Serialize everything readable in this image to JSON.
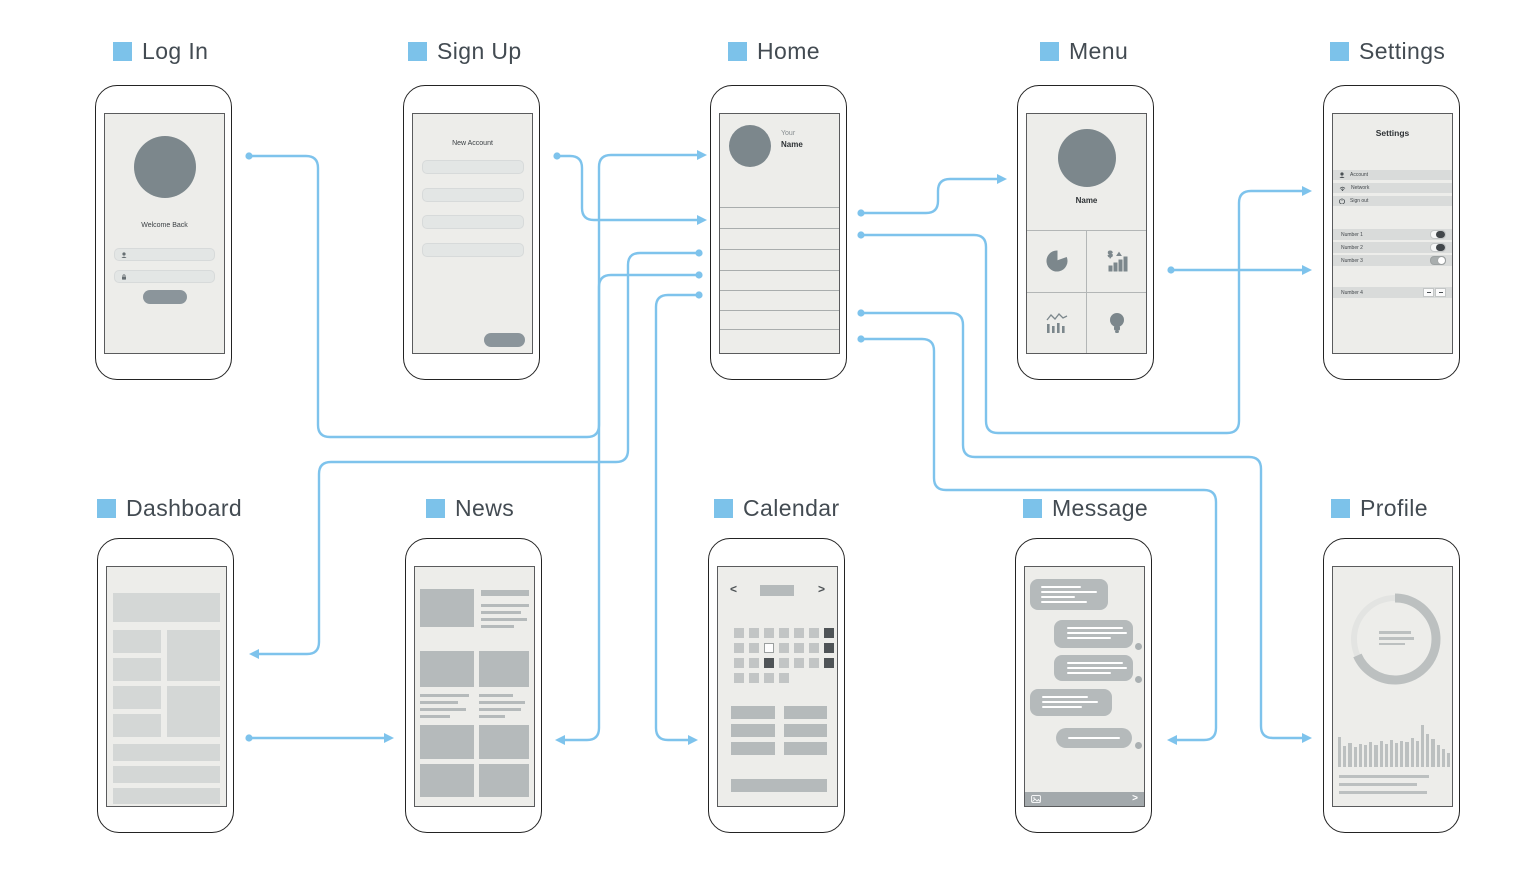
{
  "palette": {
    "flow_line": "#7EC3EC",
    "title_square": "#7CC2EA",
    "title_text": "#434B52",
    "phone_border": "#232323",
    "screen_bg": "#EDEDEA",
    "screen_border": "#5A5B5D",
    "block_mid": "#B5BABB",
    "block_light": "#D4D7D6",
    "field": "#E3E6E5",
    "slate": "#7C878C",
    "button": "#8B959B",
    "settings_row": "#D9DBDA",
    "cal_cell": "#C2C5C5",
    "cal_dark": "#4F5457",
    "profile_gray": "#BCC0C0",
    "divider": "#A9ADAD",
    "msg_bubble": "#B5BABB",
    "msg_bar": "#A3A9AC",
    "text_dark": "#3A3F43",
    "text_soft": "#8D9296"
  },
  "screens": {
    "login": {
      "title": "Log In",
      "welcome_text": "Welcome Back"
    },
    "signup": {
      "title": "Sign Up",
      "header_text": "New Account"
    },
    "home": {
      "title": "Home",
      "user_line1": "Your",
      "user_line2": "Name",
      "divider_tops": [
        93,
        114,
        135,
        156,
        176,
        196,
        215
      ]
    },
    "menu": {
      "title": "Menu",
      "user_name": "Name",
      "dollar_label": "$",
      "tiles": [
        "pie-chart",
        "sales-chart",
        "stats-chart",
        "idea-bulb"
      ]
    },
    "settings": {
      "title": "Settings",
      "header_text": "Settings",
      "items": [
        {
          "icon": "account-icon",
          "label": "Account"
        },
        {
          "icon": "network-icon",
          "label": "Network"
        },
        {
          "icon": "sign-out-icon",
          "label": "Sign out"
        }
      ],
      "toggles": [
        {
          "label": "Number 1",
          "state": "off"
        },
        {
          "label": "Number 2",
          "state": "off"
        },
        {
          "label": "Number 3",
          "state": "on"
        }
      ],
      "stepper": {
        "label": "Number 4"
      }
    },
    "dashboard": {
      "title": "Dashboard"
    },
    "news": {
      "title": "News"
    },
    "calendar": {
      "title": "Calendar",
      "prev_label": "<",
      "next_label": ">",
      "grid": [
        [
          "g",
          "g",
          "g",
          "g",
          "g",
          "g",
          "d"
        ],
        [
          "g",
          "g",
          "w",
          "g",
          "g",
          "g",
          "d"
        ],
        [
          "g",
          "g",
          "d",
          "g",
          "g",
          "g",
          "d"
        ],
        [
          "g",
          "g",
          "g",
          "g"
        ]
      ]
    },
    "message": {
      "title": "Message",
      "send_label": ">"
    },
    "profile": {
      "title": "Profile",
      "bars": [
        30,
        21,
        24,
        20,
        23,
        22,
        25,
        22,
        26,
        23,
        27,
        24,
        26,
        25,
        29,
        26,
        42,
        33,
        28,
        22,
        18,
        14
      ]
    }
  },
  "flows": [
    {
      "from": "login",
      "to": "home"
    },
    {
      "from": "signup",
      "to": "home"
    },
    {
      "from": "home",
      "to": "menu"
    },
    {
      "from": "home",
      "to": "settings"
    },
    {
      "from": "menu",
      "to": "settings"
    },
    {
      "from": "home",
      "to": "dashboard"
    },
    {
      "from": "home",
      "to": "news"
    },
    {
      "from": "home",
      "to": "calendar"
    },
    {
      "from": "home",
      "to": "profile"
    },
    {
      "from": "home",
      "to": "message"
    },
    {
      "from": "dashboard",
      "to": "news"
    }
  ]
}
